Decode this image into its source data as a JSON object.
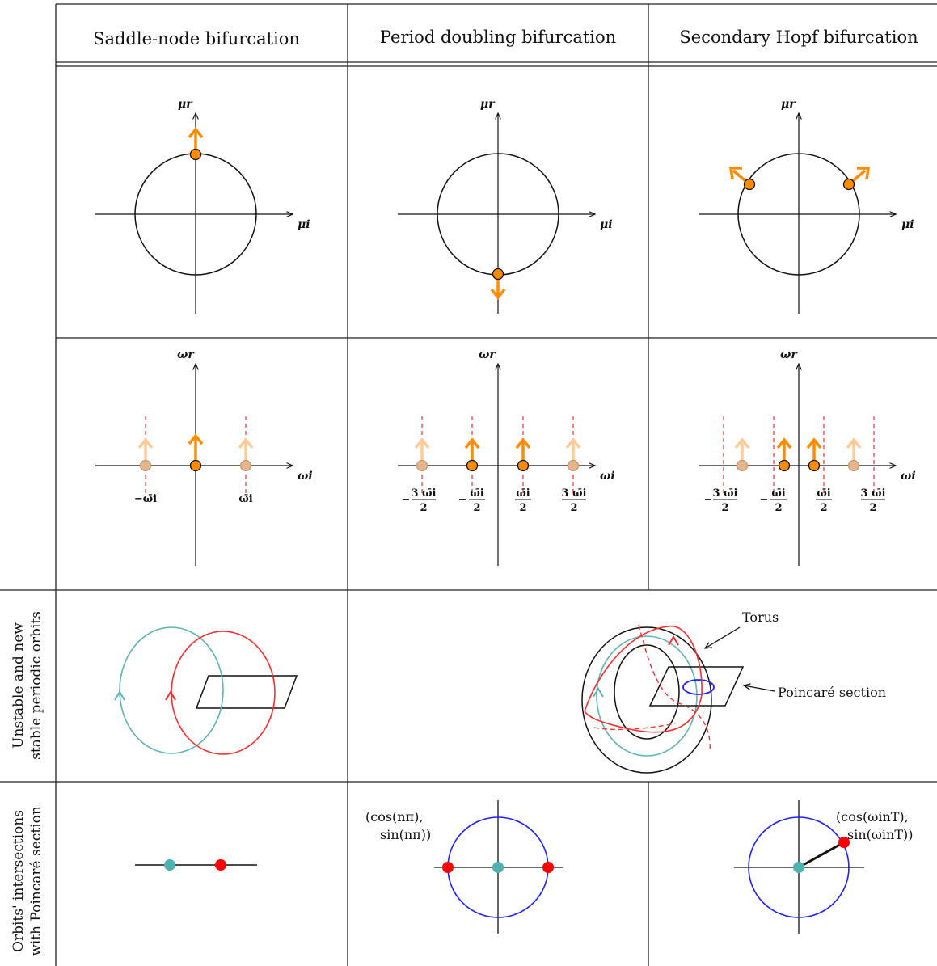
{
  "headers": {
    "saddle_node": "Saddle-node bifurcation",
    "period_doubling": "Period doubling bifurcation",
    "secondary_hopf": "Secondary Hopf bifurcation"
  },
  "row_labels": {
    "orbits": [
      "Unstable and new",
      "stable periodic orbits"
    ],
    "intersections": [
      "Orbits' intersections",
      "with Poincaré section"
    ]
  },
  "axes": {
    "mu_r": "μr",
    "mu_i": "μi",
    "omega_r": "ωr",
    "omega_i": "ωi"
  },
  "ticks": {
    "saddle_neg": "−ω̄i",
    "saddle_pos": "ω̄i",
    "neg_three_half": "−",
    "three_num": "3 ω̄i",
    "w_num": "ω̄i",
    "den": "2"
  },
  "annotations": {
    "torus": "Torus",
    "poincare_section": "Poincaré section",
    "pd_point_line1": "(cos(nπ),",
    "pd_point_line2": "sin(nπ))",
    "hopf_point_line1": "(cos(ωinT),",
    "hopf_point_line2": "sin(ωinT))"
  },
  "colors": {
    "orange": "#ff8c00",
    "light_orange": "#ffcc99",
    "teal": "#5fb3b3",
    "red": "#ff0000",
    "blue": "#1f1fff",
    "dashed_red": "#ee3333"
  }
}
